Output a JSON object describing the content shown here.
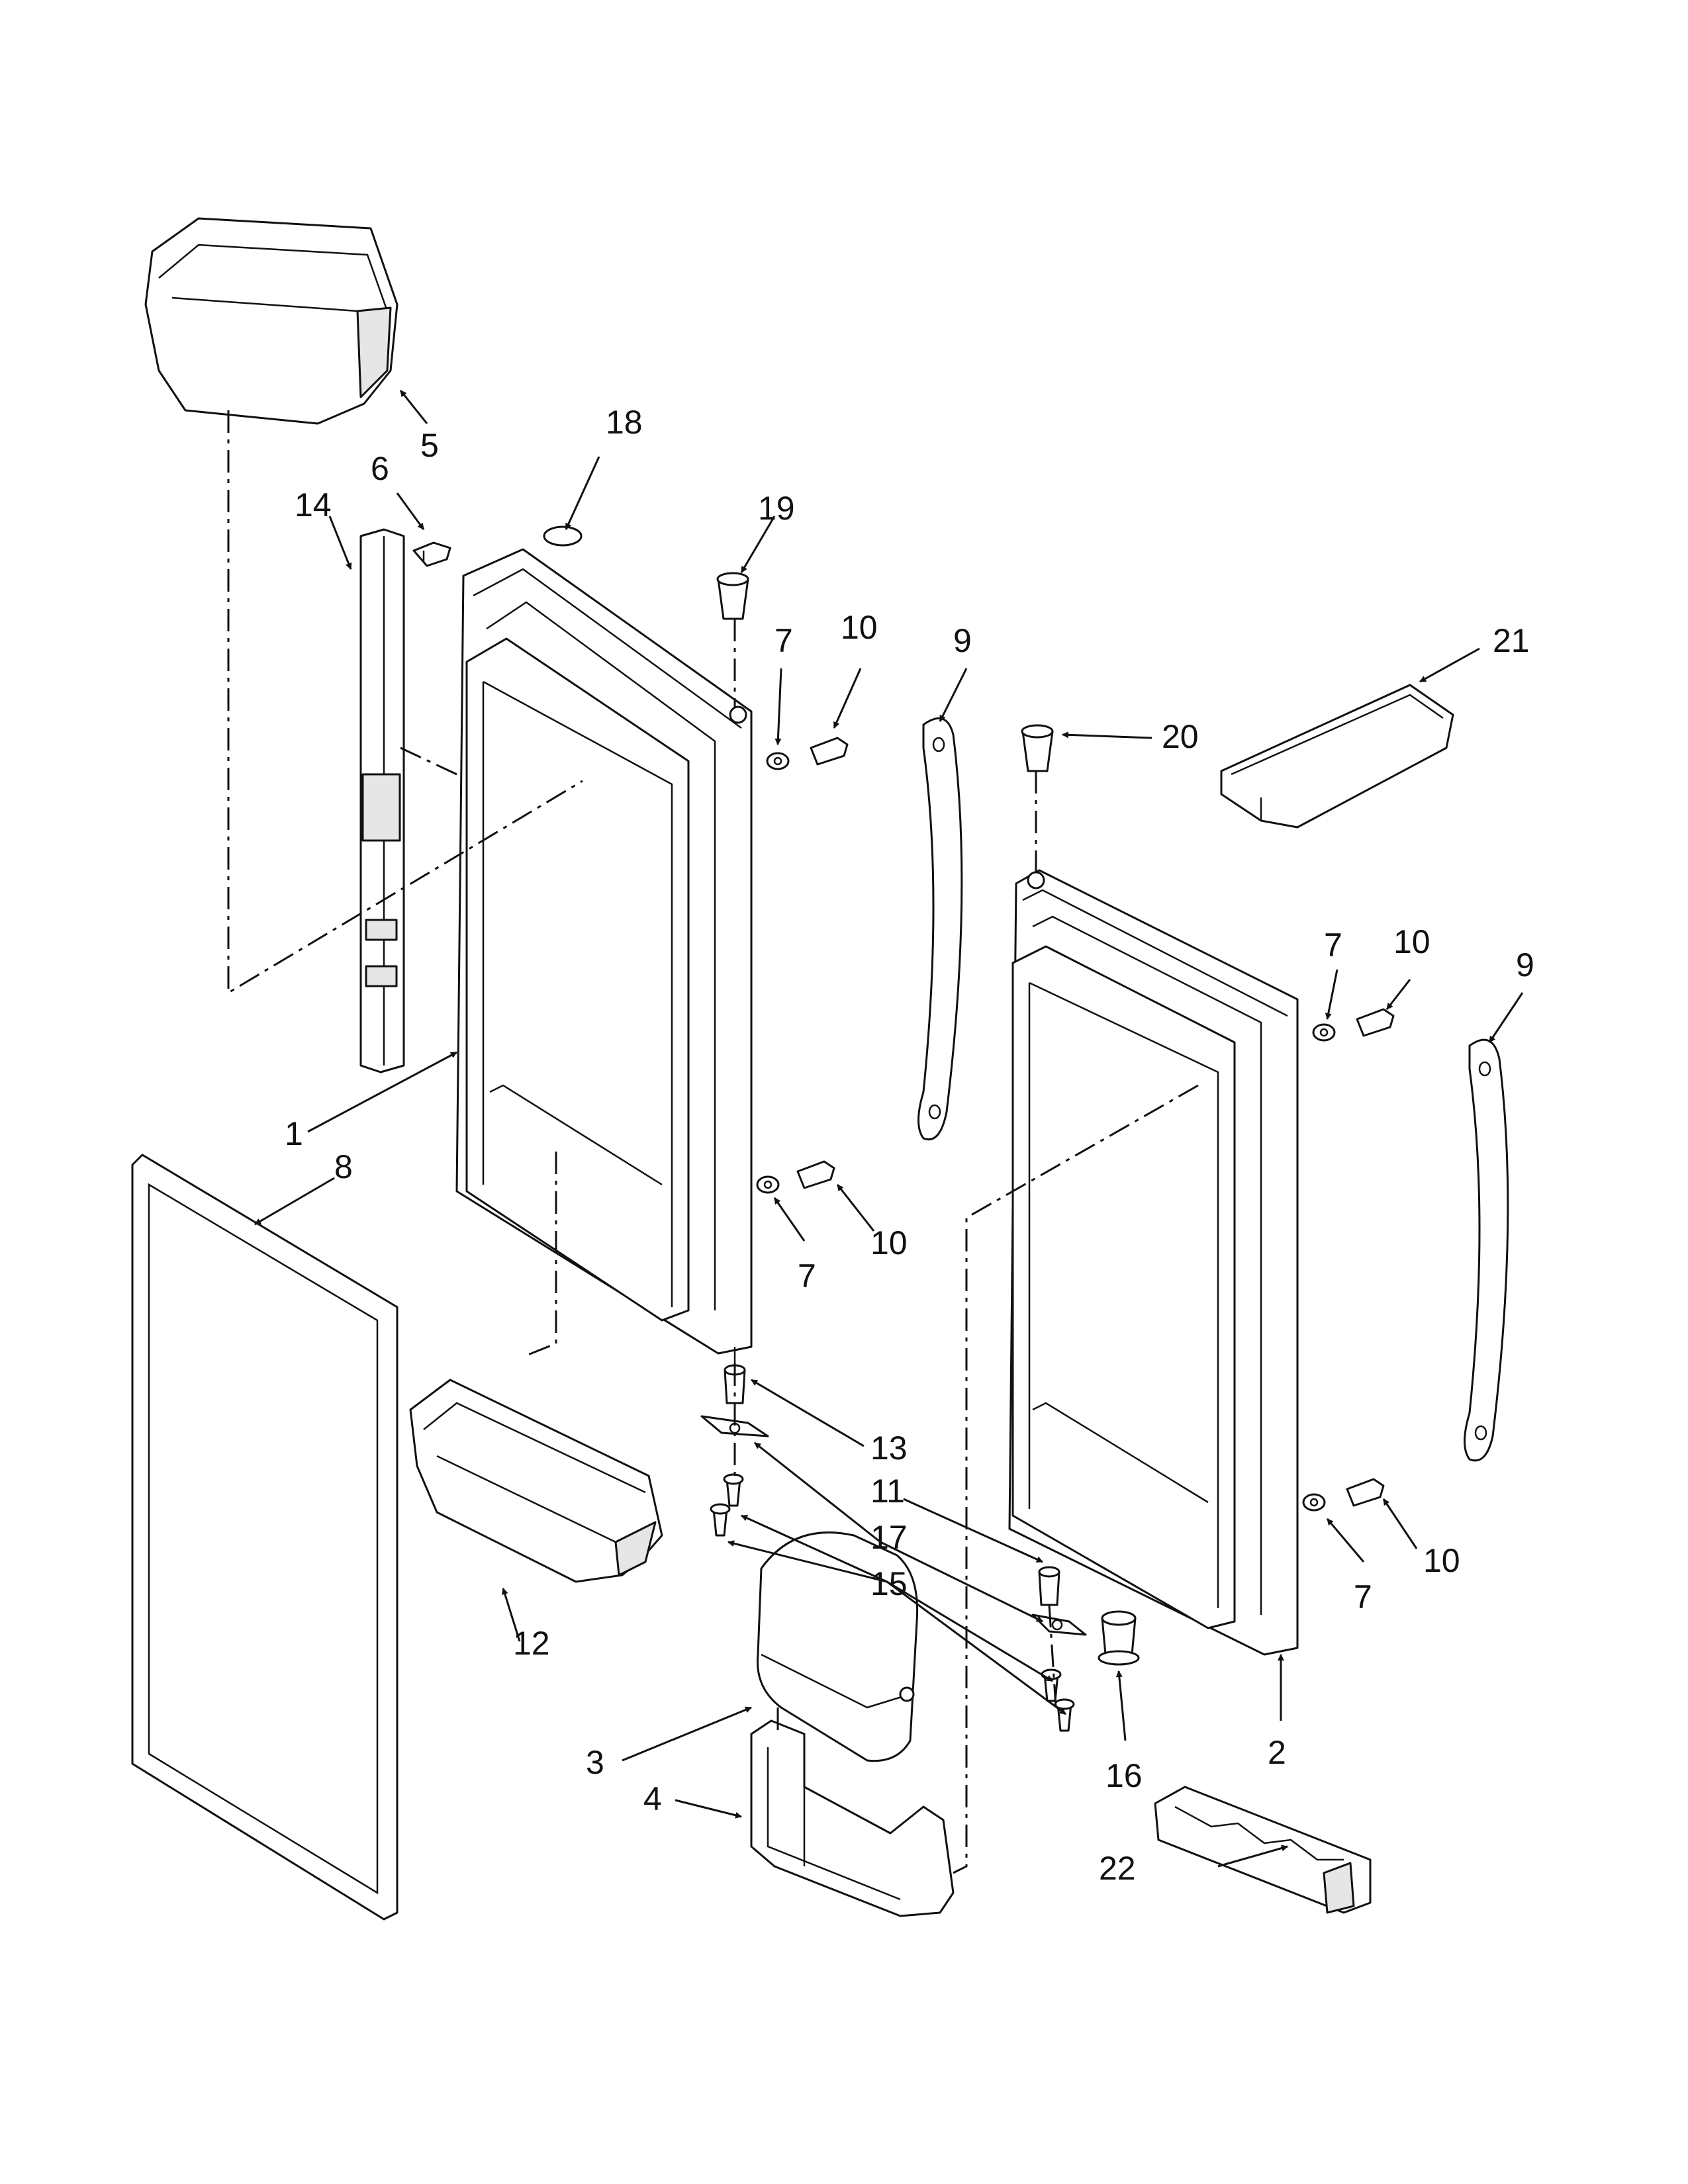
{
  "callouts": [
    {
      "id": "c1",
      "text": "1"
    },
    {
      "id": "c2",
      "text": "2"
    },
    {
      "id": "c3",
      "text": "3"
    },
    {
      "id": "c4",
      "text": "4"
    },
    {
      "id": "c5",
      "text": "5"
    },
    {
      "id": "c6",
      "text": "6"
    },
    {
      "id": "c7a",
      "text": "7"
    },
    {
      "id": "c7b",
      "text": "7"
    },
    {
      "id": "c7c",
      "text": "7"
    },
    {
      "id": "c7d",
      "text": "7"
    },
    {
      "id": "c8",
      "text": "8"
    },
    {
      "id": "c9a",
      "text": "9"
    },
    {
      "id": "c9b",
      "text": "9"
    },
    {
      "id": "c10a",
      "text": "10"
    },
    {
      "id": "c10b",
      "text": "10"
    },
    {
      "id": "c10c",
      "text": "10"
    },
    {
      "id": "c10d",
      "text": "10"
    },
    {
      "id": "c11",
      "text": "11"
    },
    {
      "id": "c12",
      "text": "12"
    },
    {
      "id": "c13",
      "text": "13"
    },
    {
      "id": "c14",
      "text": "14"
    },
    {
      "id": "c15",
      "text": "15"
    },
    {
      "id": "c16",
      "text": "16"
    },
    {
      "id": "c17",
      "text": "17"
    },
    {
      "id": "c18",
      "text": "18"
    },
    {
      "id": "c19",
      "text": "19"
    },
    {
      "id": "c20",
      "text": "20"
    },
    {
      "id": "c21",
      "text": "21"
    },
    {
      "id": "c22",
      "text": "22"
    }
  ]
}
